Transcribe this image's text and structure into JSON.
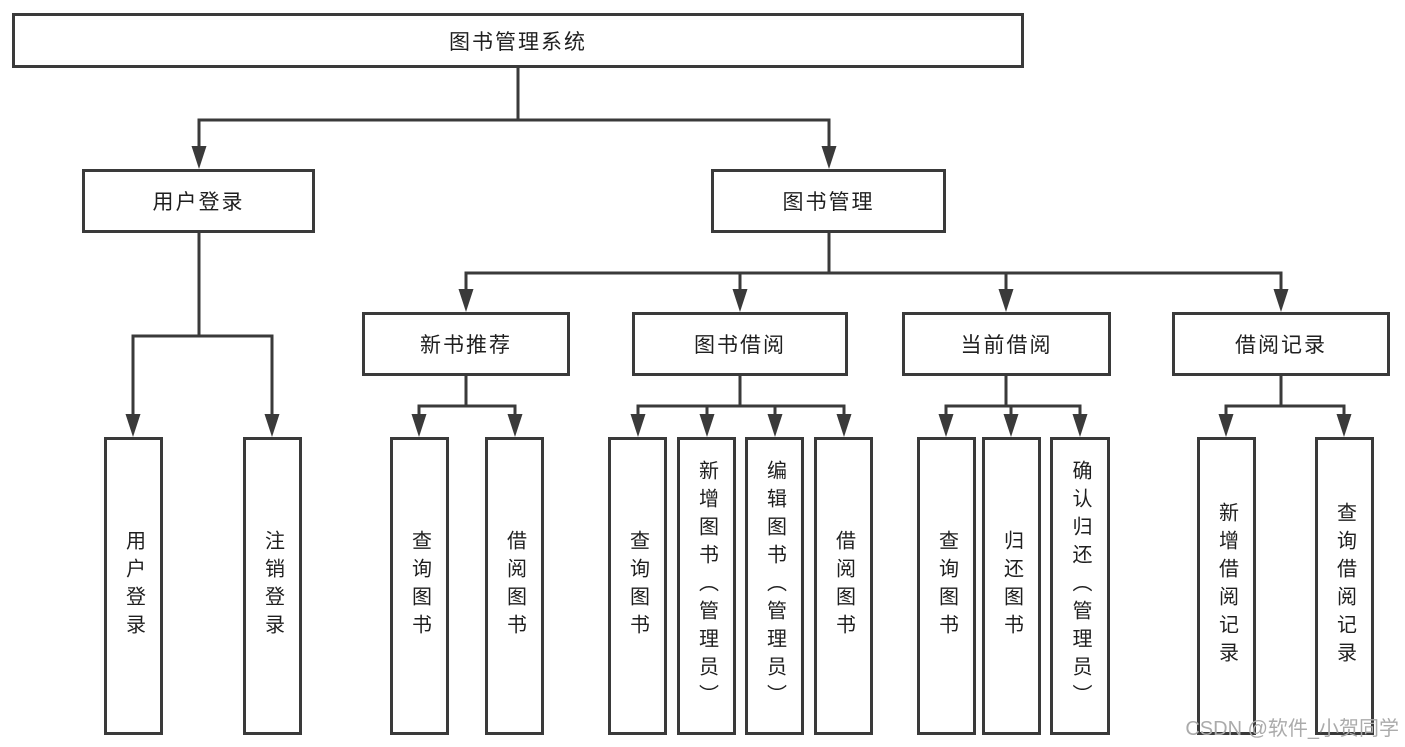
{
  "diagram_title": "图书管理系统",
  "tree": {
    "root": {
      "label": "图书管理系统",
      "children": [
        {
          "label": "用户登录",
          "children": [
            {
              "label": "用户登录"
            },
            {
              "label": "注销登录"
            }
          ]
        },
        {
          "label": "图书管理",
          "children": [
            {
              "label": "新书推荐",
              "children": [
                {
                  "label": "查询图书"
                },
                {
                  "label": "借阅图书"
                }
              ]
            },
            {
              "label": "图书借阅",
              "children": [
                {
                  "label": "查询图书"
                },
                {
                  "label": "新增图书（管理员）"
                },
                {
                  "label": "编辑图书（管理员）"
                },
                {
                  "label": "借阅图书"
                }
              ]
            },
            {
              "label": "当前借阅",
              "children": [
                {
                  "label": "查询图书"
                },
                {
                  "label": "归还图书"
                },
                {
                  "label": "确认归还（管理员）"
                }
              ]
            },
            {
              "label": "借阅记录",
              "children": [
                {
                  "label": "新增借阅记录"
                },
                {
                  "label": "查询借阅记录"
                }
              ]
            }
          ]
        }
      ]
    }
  },
  "watermark": {
    "text": "CSDN @软件_小贺同学"
  },
  "colors": {
    "background": "#ffffff",
    "box_border": "#3a3a3a",
    "box_fill": "#ffffff",
    "connector_line": "#3a3a3a",
    "text": "#1f1f1f",
    "watermark_text": "#ababab"
  }
}
